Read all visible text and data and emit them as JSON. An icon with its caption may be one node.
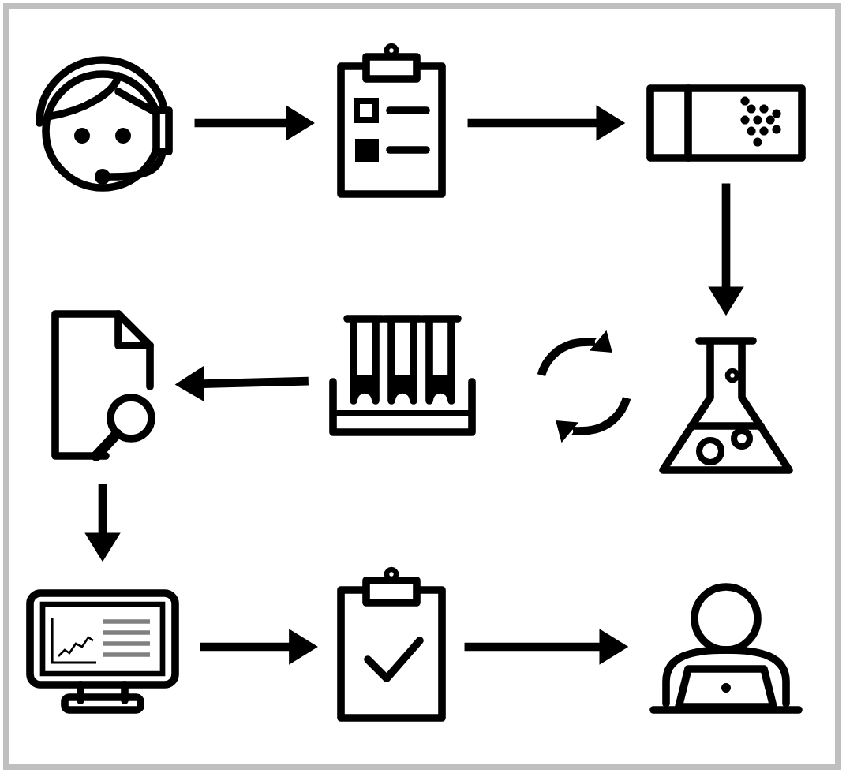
{
  "diagram": {
    "nodes": [
      {
        "text": [],
        "shape": "person"
      },
      {
        "text": [],
        "shape": "picture"
      },
      {
        "text": [],
        "shape": "picture"
      },
      {
        "text": [],
        "shape": "picture"
      },
      {
        "text": [],
        "shape": "picture"
      },
      {
        "text": [],
        "shape": "picture"
      },
      {
        "text": [],
        "shape": "picture"
      },
      {
        "text": [],
        "shape": "picture"
      },
      {
        "text": [],
        "shape": "picture"
      },
      {
        "text": [],
        "shape": "person"
      }
    ],
    "edges": [
      {
        "from": 0,
        "to": 1,
        "arrow": "to"
      },
      {
        "from": 1,
        "to": 2,
        "arrow": "to"
      },
      {
        "from": 2,
        "to": 3,
        "arrow": "to"
      },
      {
        "from": 5,
        "to": 6,
        "arrow": "to"
      },
      {
        "from": 6,
        "to": 7,
        "arrow": "to"
      },
      {
        "from": 7,
        "to": 8,
        "arrow": "to"
      },
      {
        "from": 8,
        "to": 9,
        "arrow": "to"
      }
    ]
  }
}
